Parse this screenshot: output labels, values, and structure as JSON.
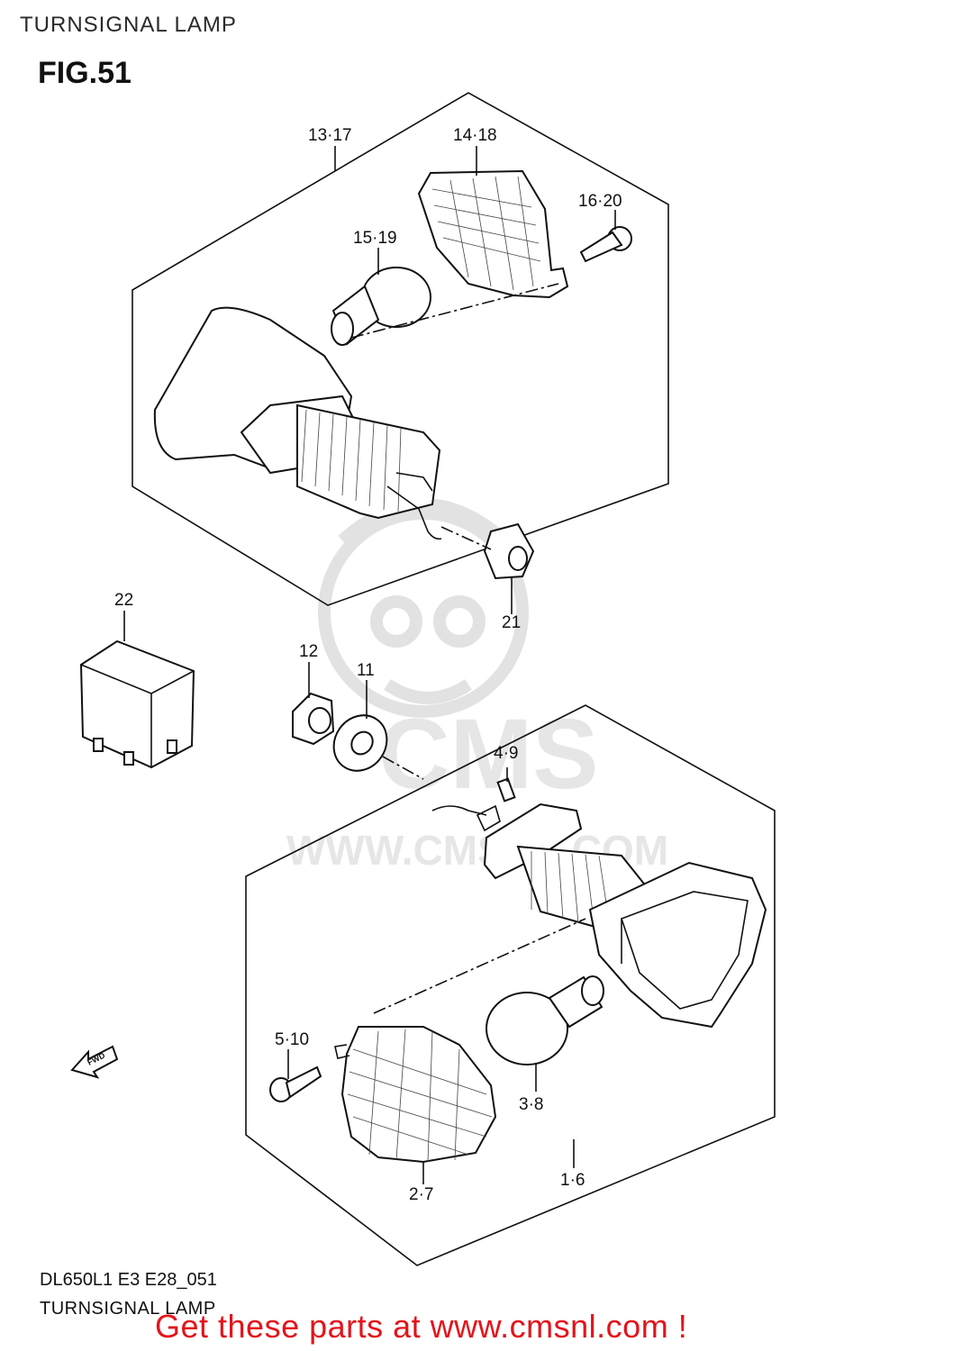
{
  "header": {
    "title": "TURNSIGNAL LAMP"
  },
  "figure": {
    "label": "FIG.51"
  },
  "callouts": {
    "c13_17": "13·17",
    "c14_18": "14·18",
    "c16_20": "16·20",
    "c15_19": "15·19",
    "c22": "22",
    "c21": "21",
    "c12": "12",
    "c11": "11",
    "c4_9": "4·9",
    "c5_10": "5·10",
    "c3_8": "3·8",
    "c2_7": "2·7",
    "c1_6": "1·6"
  },
  "fwd_arrow": {
    "label": "FWD"
  },
  "watermark": {
    "brand": "CMS",
    "url": "WWW.CMSNL.COM"
  },
  "footer": {
    "code": "DL650L1 E3 E28_051",
    "title": "TURNSIGNAL LAMP",
    "cta": "Get these parts at www.cmsnl.com !"
  },
  "colors": {
    "cta": "#e3141b",
    "line": "#111111",
    "watermark": "#e6e6e6"
  }
}
